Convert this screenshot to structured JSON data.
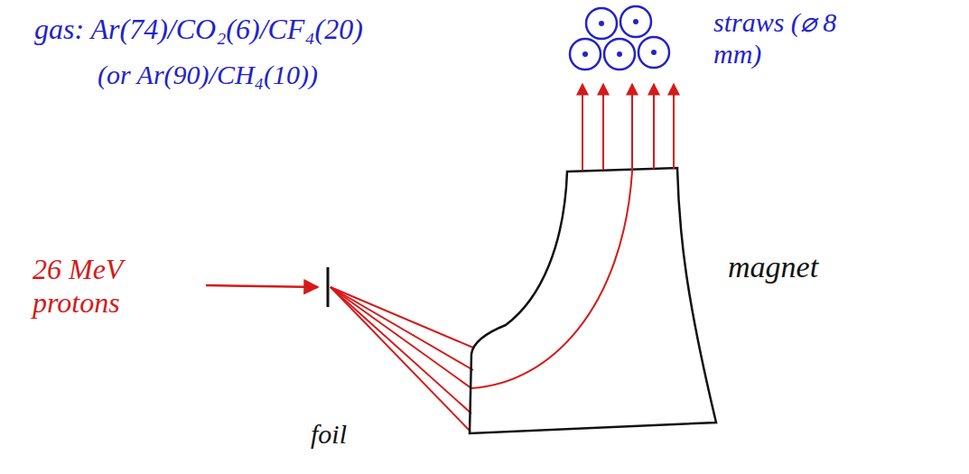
{
  "diagram": {
    "labels": [
      "gas: Ar(74)/CO₂(6)/CF₄(20)",
      "(or Ar(90)/CH₄(10))",
      "straws (⌀ 8 mm)",
      "26 MeV protons",
      "foil",
      "magnet"
    ]
  }
}
